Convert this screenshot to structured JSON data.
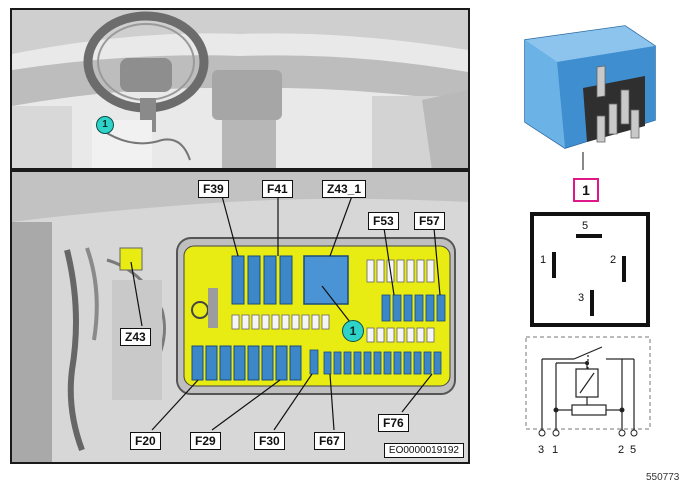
{
  "callouts": {
    "f39": "F39",
    "f41": "F41",
    "z43_1": "Z43_1",
    "f53": "F53",
    "f57": "F57",
    "z43": "Z43",
    "f20": "F20",
    "f29": "F29",
    "f30": "F30",
    "f67": "F67",
    "f76": "F76"
  },
  "markers": {
    "upper": "1",
    "fusebox": "1"
  },
  "doc_id": "EO0000019192",
  "relay_tag": "1",
  "pins": {
    "p5": "5",
    "p1": "1",
    "p2": "2",
    "p3": "3"
  },
  "schematic_terminals": {
    "t3": "3",
    "t1": "1",
    "t2": "2",
    "t5": "5"
  },
  "figure_number": "550773",
  "colors": {
    "fusebox_yellow": "#e8ec12",
    "fuse_blue": "#3b87c7",
    "relay_blue": "#5aa7e0",
    "marker_cyan": "#2fd2c6",
    "tag_magenta": "#e0188a"
  }
}
